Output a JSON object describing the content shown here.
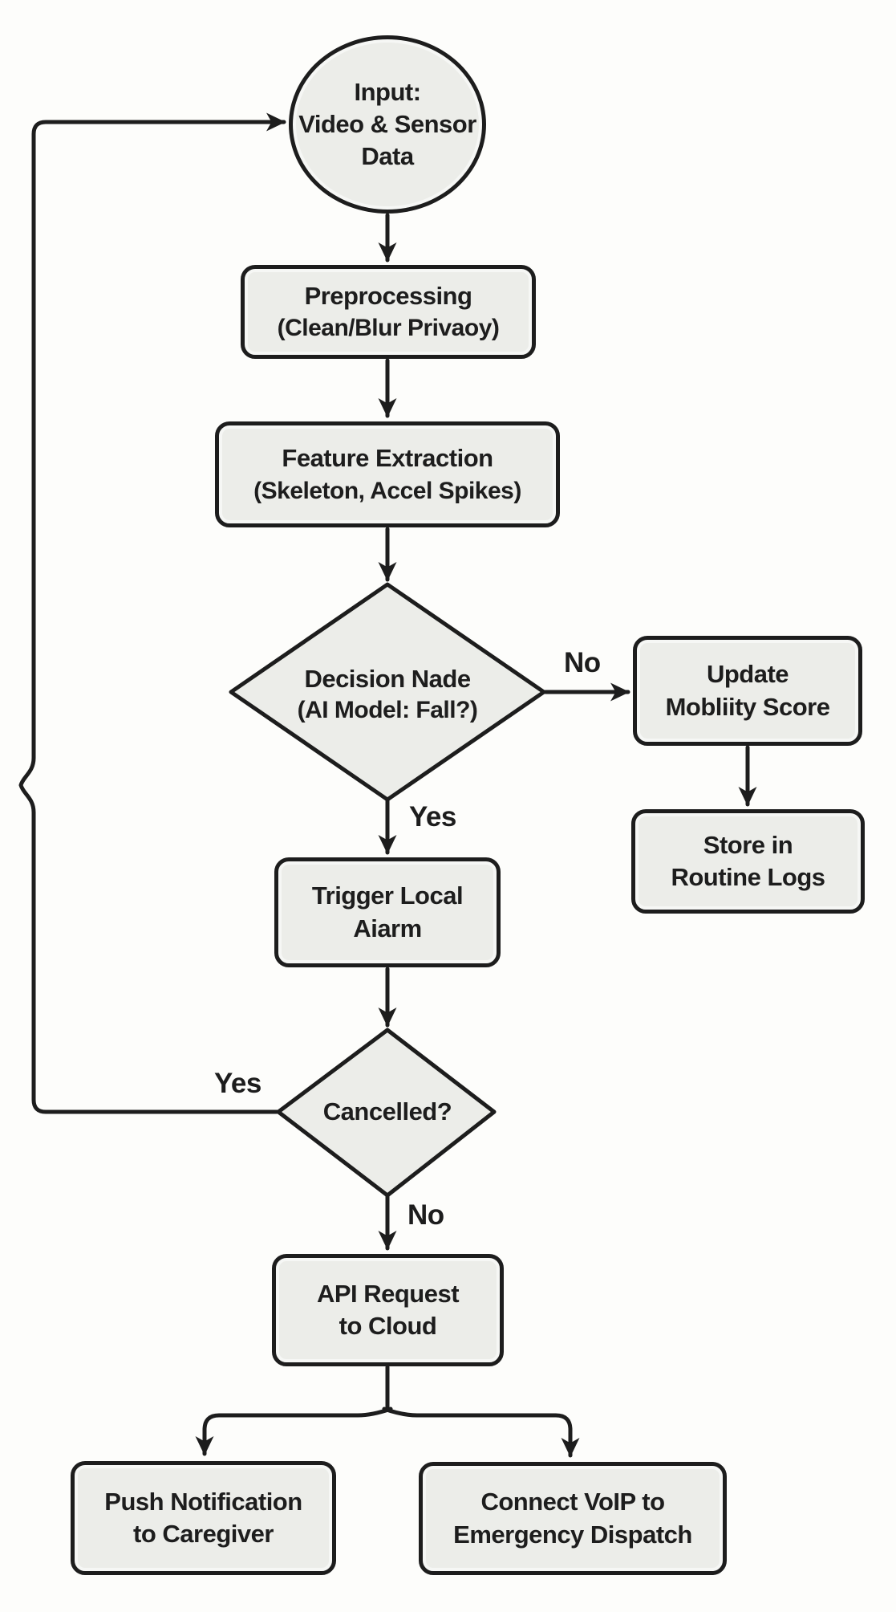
{
  "diagram": {
    "background_color": "#fdfdfb",
    "node_fill_color": "#ecede9",
    "node_border_color": "#1d1d1d",
    "text_color": "#1d1d1d",
    "nodes": {
      "input": {
        "type": "start-ellipse",
        "lines": [
          "Input:",
          "Video & Sensor",
          "Data"
        ]
      },
      "preprocessing": {
        "type": "process",
        "title": "Preprocessing",
        "subtitle": "(Clean/Blur Privaoy)"
      },
      "feature_extraction": {
        "type": "process",
        "title": "Feature Extraction",
        "subtitle": "(Skeleton, Accel Spikes)"
      },
      "decision_node": {
        "type": "decision",
        "title": "Decision Nade",
        "subtitle": "(AI Model: Fall?)"
      },
      "update_mobility": {
        "type": "process",
        "lines": [
          "Update",
          "Mobliity Score"
        ]
      },
      "store_logs": {
        "type": "process",
        "lines": [
          "Store in",
          "Routine Logs"
        ]
      },
      "trigger_alarm": {
        "type": "process",
        "lines": [
          "Trigger Local",
          "Aiarm"
        ]
      },
      "cancelled": {
        "type": "decision",
        "title": "Cancelled?"
      },
      "api_request": {
        "type": "process",
        "lines": [
          "API Request",
          "to Cloud"
        ]
      },
      "push_notification": {
        "type": "process",
        "lines": [
          "Push Notification",
          "to Caregiver"
        ]
      },
      "connect_voip": {
        "type": "process",
        "lines": [
          "Connect VoIP to",
          "Emergency Dispatch"
        ]
      }
    },
    "edge_labels": {
      "decision_no": "No",
      "decision_yes": "Yes",
      "cancelled_yes": "Yes",
      "cancelled_no": "No"
    }
  }
}
